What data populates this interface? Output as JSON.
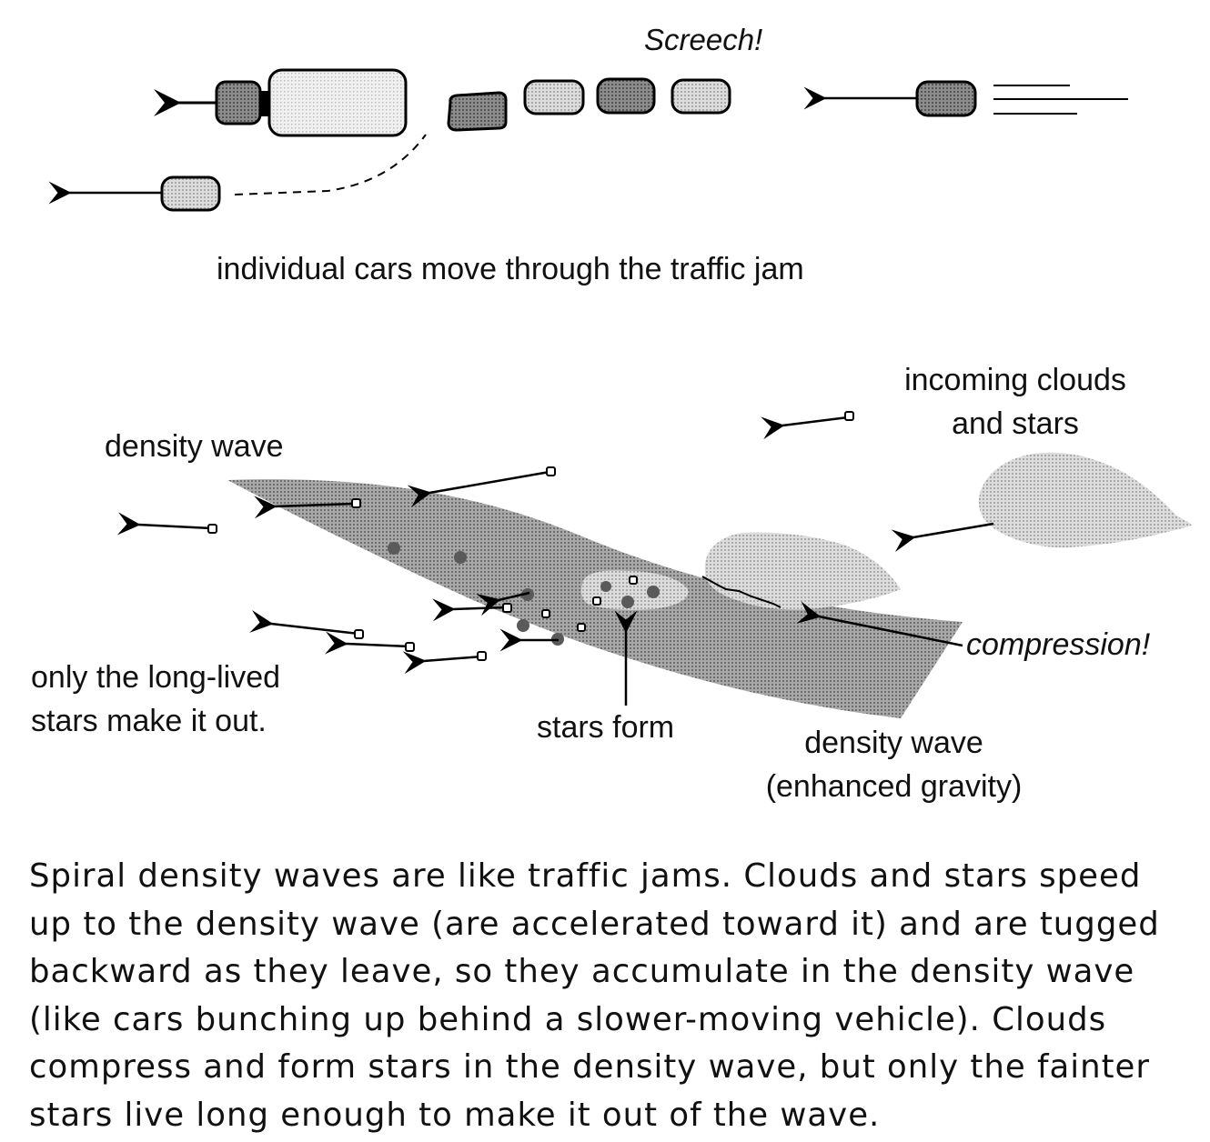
{
  "traffic": {
    "screech": "Screech!",
    "caption": "individual cars move through the traffic jam"
  },
  "galaxy": {
    "incoming_label": [
      "incoming clouds",
      "and stars"
    ],
    "density_wave_top": "density wave",
    "only_long_lived": [
      "only the long-lived",
      "stars make it out."
    ],
    "stars_form": "stars form",
    "density_wave_bottom": [
      "density wave",
      "(enhanced gravity)"
    ],
    "compression": "compression!"
  },
  "caption_text": "Spiral density waves are like traffic jams. Clouds and stars speed up to the density wave (are accelerated toward it) and are tugged backward as they leave, so they accumulate in the density wave (like cars bunching up behind a slower-moving vehicle). Clouds compress and form stars in the density wave, but only the fainter stars live long enough to make it out of the wave.",
  "colors": {
    "band": "#8f8f8f",
    "cloud": "#c8c8c8",
    "car_dark": "#808080",
    "car_light": "#bdbdbd",
    "truck": "#e0e0e0",
    "star_dark": "#5a5a5a"
  }
}
